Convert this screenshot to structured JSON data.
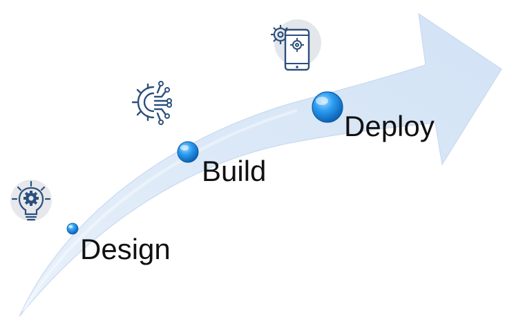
{
  "steps": [
    {
      "label": "Design",
      "icon": "lightbulb-gear-icon"
    },
    {
      "label": "Build",
      "icon": "circuit-gear-icon"
    },
    {
      "label": "Deploy",
      "icon": "smartphone-gear-icon"
    }
  ],
  "colors": {
    "arrow_fill": "#dce9f7",
    "arrow_edge": "#c3d7ee",
    "node_blue": "#1e90e6",
    "icon_navy": "#2c4f7c",
    "icon_bg": "#e3e6ea",
    "label_text": "#111111"
  }
}
